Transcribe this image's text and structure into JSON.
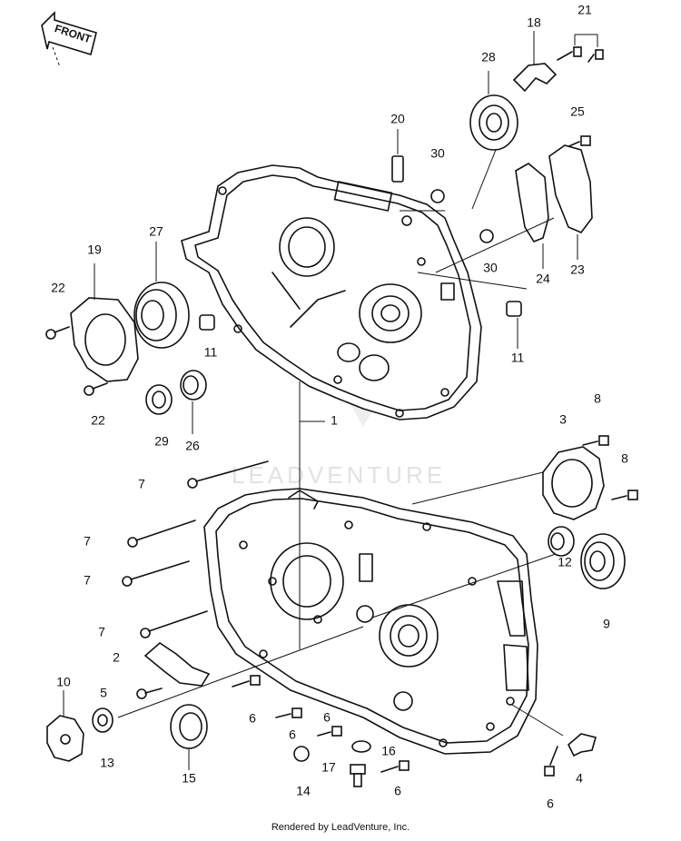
{
  "front_label": "FRONT",
  "watermark": "LEADVENTURE",
  "footer_credit": "Rendered by LeadVenture, Inc.",
  "labels": [
    "21",
    "18",
    "28",
    "20",
    "30",
    "25",
    "19",
    "27",
    "22",
    "11",
    "30",
    "24",
    "23",
    "11",
    "22",
    "29",
    "26",
    "1",
    "3",
    "8",
    "8",
    "7",
    "7",
    "7",
    "12",
    "7",
    "9",
    "2",
    "10",
    "5",
    "6",
    "6",
    "6",
    "16",
    "4",
    "17",
    "13",
    "15",
    "14",
    "6",
    "6"
  ]
}
